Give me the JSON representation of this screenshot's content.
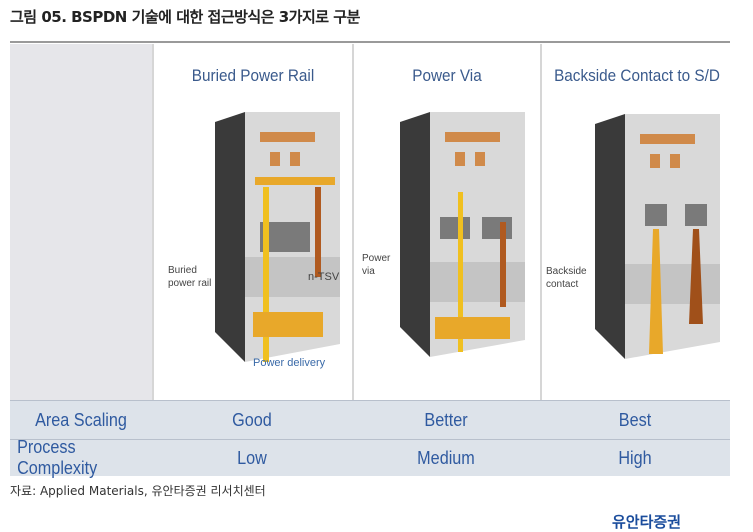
{
  "title": "그림 05. BSPDN 기술에 대한 접근방식은 3가지로 구분",
  "columns": [
    {
      "header": "Buried Power Rail",
      "labels": [
        "Buried\npower rail",
        "n-TSV",
        "Power delivery"
      ]
    },
    {
      "header": "Power Via",
      "labels": [
        "Power\nvia"
      ]
    },
    {
      "header": "Backside Contact to S/D",
      "labels": [
        "Backside\ncontact"
      ]
    }
  ],
  "rows": [
    {
      "label": "Area Scaling",
      "values": [
        "Good",
        "Better",
        "Best"
      ]
    },
    {
      "label": "Process Complexity",
      "values": [
        "Low",
        "Medium",
        "High"
      ]
    }
  ],
  "source": "자료: Applied Materials, 유안타증권 리서치센터",
  "logo": "유안타증권",
  "colors": {
    "header_text": "#3a5a8c",
    "row_bg": "#dde3ea",
    "gold": "#e8a82a",
    "copper": "#c87a3a"
  }
}
